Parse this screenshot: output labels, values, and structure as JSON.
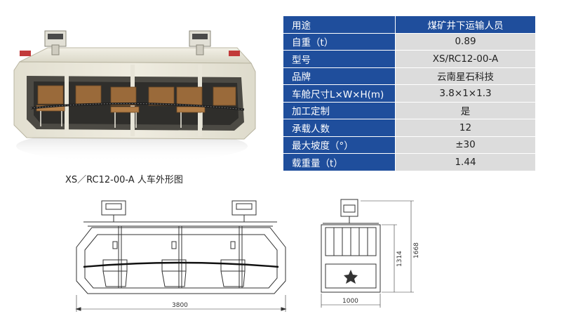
{
  "spec_table": {
    "rows": [
      {
        "key": "用途",
        "value": "煤矿井下运输人员"
      },
      {
        "key": "自重（t）",
        "value": "0.89"
      },
      {
        "key": "型号",
        "value": "XS/RC12-00-A"
      },
      {
        "key": "品牌",
        "value": "云南星石科技"
      },
      {
        "key": "车舱尺寸L×W×H(m)",
        "value": "3.8×1×1.3"
      },
      {
        "key": "加工定制",
        "value": "是"
      },
      {
        "key": "承载人数",
        "value": "12"
      },
      {
        "key": "最大坡度（°）",
        "value": "±30"
      },
      {
        "key": "载重量（t）",
        "value": "1.44"
      }
    ]
  },
  "render": {
    "caption": "XS／RC12-00-A 人车外形图"
  },
  "drawings": {
    "front_length": "3800",
    "side_width": "1000",
    "side_height_inner": "1314",
    "side_height_total": "1668"
  },
  "colors": {
    "header_blue": "#1f4e9c",
    "cell_gray": "#dcdcdc",
    "body_cream": "#ece9dc",
    "seat_wood": "#a0703e"
  }
}
